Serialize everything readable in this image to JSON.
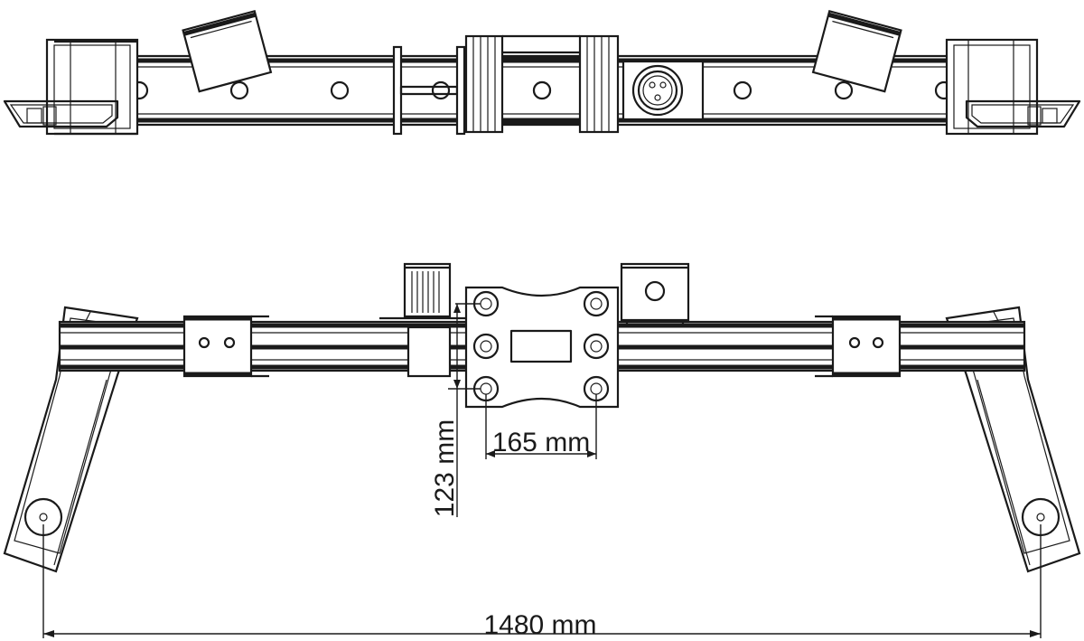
{
  "figure": {
    "views": [
      "top-view",
      "front-view"
    ],
    "dimensions": [
      {
        "id": "overall-width",
        "label": "1480 mm"
      },
      {
        "id": "hole-spacing-horizontal",
        "label": "165 mm"
      },
      {
        "id": "hole-spacing-vertical",
        "label": "123 mm"
      }
    ]
  }
}
